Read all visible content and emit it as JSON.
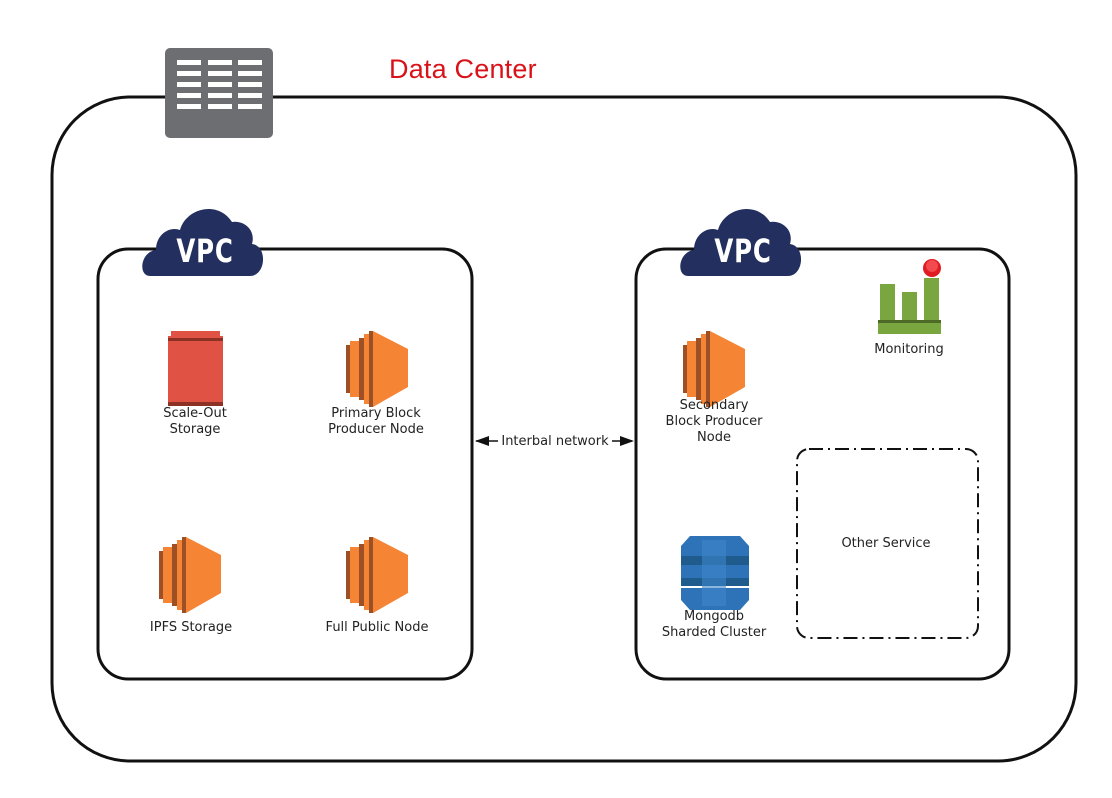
{
  "title": "Data Center",
  "vpc_left": {
    "badge": "VPC"
  },
  "vpc_right": {
    "badge": "VPC"
  },
  "nodes": {
    "scale_out_storage": "Scale-Out\nStorage",
    "primary_block_producer": "Primary Block\nProducer Node",
    "ipfs_storage": "IPFS Storage",
    "full_public_node": "Full Public Node",
    "secondary_block_producer": "Secondary\nBlock Producer\nNode",
    "monitoring": "Monitoring",
    "mongodb": "Mongodb\nSharded Cluster",
    "other_service": "Other Service"
  },
  "network": {
    "label": "Interbal network"
  },
  "colors": {
    "title": "#d9121a",
    "vpc_cloud": "#232f5e",
    "ec2_orange": "#f58535",
    "ec2_dark": "#9d5025",
    "storage_red": "#e05243",
    "monitoring_green": "#7aa63f",
    "mongodb_blue": "#2e73b8",
    "server_gray": "#6d6e71"
  },
  "icons": {
    "data_center": "server-rack-icon",
    "vpc": "cloud-icon",
    "ec2": "ec2-instance-icon",
    "storage": "storage-bucket-icon",
    "monitoring": "monitoring-chart-icon",
    "mongodb": "database-icon"
  }
}
